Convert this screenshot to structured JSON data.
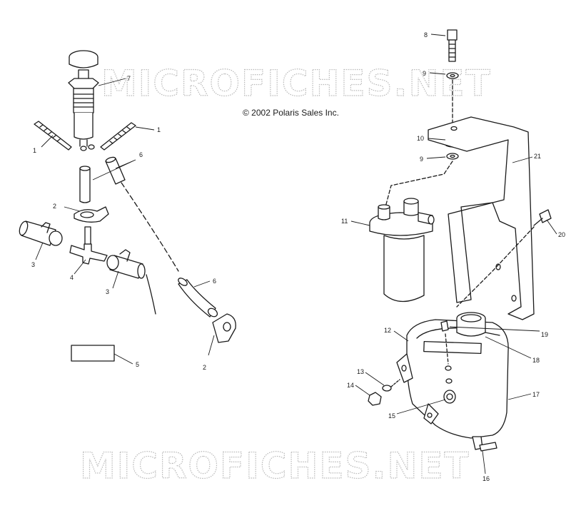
{
  "copyright": "© 2002 Polaris Sales Inc.",
  "watermark": "MICROFICHES.NET",
  "callouts": {
    "c1a": "1",
    "c1b": "1",
    "c2a": "2",
    "c2b": "2",
    "c3a": "3",
    "c3b": "3",
    "c4": "4",
    "c5": "5",
    "c6a": "6",
    "c6b": "6",
    "c7": "7",
    "c8": "8",
    "c9a": "9",
    "c9b": "9",
    "c10": "10",
    "c11": "11",
    "c12": "12",
    "c13": "13",
    "c14": "14",
    "c15": "15",
    "c16": "16",
    "c17": "17",
    "c18": "18",
    "c19": "19",
    "c20": "20",
    "c21": "21"
  },
  "colors": {
    "ink": "#1a1a1a",
    "watermark": "#b9b9b9",
    "background": "#ffffff"
  }
}
